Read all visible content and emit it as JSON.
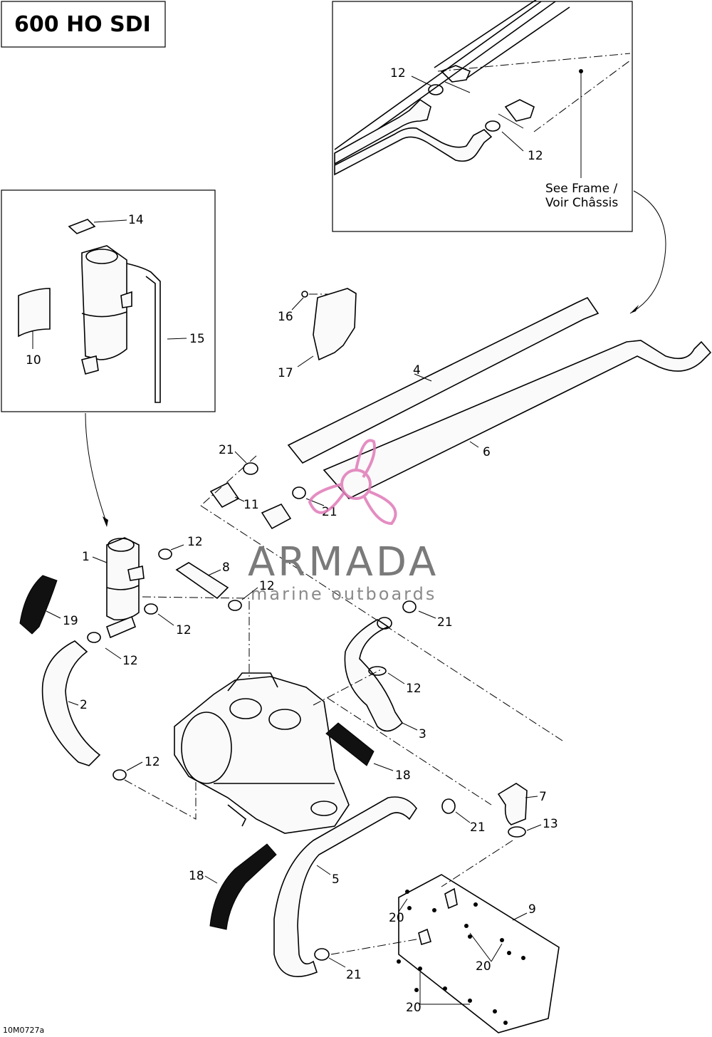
{
  "title": "600 HO SDI",
  "drawing_code": "10M0727a",
  "frame_reference": [
    "See Frame /",
    "Voir Châssis"
  ],
  "watermark": {
    "brand": "ARMADA",
    "tagline": "marine outboards",
    "logo_color": "#e07ab8"
  },
  "callouts": [
    {
      "id": "c-12-a",
      "label": "12"
    },
    {
      "id": "c-12-b",
      "label": "12"
    },
    {
      "id": "c-14",
      "label": "14"
    },
    {
      "id": "c-15",
      "label": "15"
    },
    {
      "id": "c-10",
      "label": "10"
    },
    {
      "id": "c-16",
      "label": "16"
    },
    {
      "id": "c-17",
      "label": "17"
    },
    {
      "id": "c-4",
      "label": "4"
    },
    {
      "id": "c-6",
      "label": "6"
    },
    {
      "id": "c-21-a",
      "label": "21"
    },
    {
      "id": "c-11",
      "label": "11"
    },
    {
      "id": "c-21-b",
      "label": "21"
    },
    {
      "id": "c-1",
      "label": "1"
    },
    {
      "id": "c-12-c",
      "label": "12"
    },
    {
      "id": "c-8",
      "label": "8"
    },
    {
      "id": "c-12-d",
      "label": "12"
    },
    {
      "id": "c-19",
      "label": "19"
    },
    {
      "id": "c-12-e",
      "label": "12"
    },
    {
      "id": "c-12-f",
      "label": "12"
    },
    {
      "id": "c-21-c",
      "label": "21"
    },
    {
      "id": "c-2",
      "label": "2"
    },
    {
      "id": "c-12-g",
      "label": "12"
    },
    {
      "id": "c-3",
      "label": "3"
    },
    {
      "id": "c-12-h",
      "label": "12"
    },
    {
      "id": "c-18-a",
      "label": "18"
    },
    {
      "id": "c-7",
      "label": "7"
    },
    {
      "id": "c-13",
      "label": "13"
    },
    {
      "id": "c-21-d",
      "label": "21"
    },
    {
      "id": "c-18-b",
      "label": "18"
    },
    {
      "id": "c-5",
      "label": "5"
    },
    {
      "id": "c-9",
      "label": "9"
    },
    {
      "id": "c-20-a",
      "label": "20"
    },
    {
      "id": "c-20-b",
      "label": "20"
    },
    {
      "id": "c-21-e",
      "label": "21"
    },
    {
      "id": "c-20-c",
      "label": "20"
    }
  ]
}
